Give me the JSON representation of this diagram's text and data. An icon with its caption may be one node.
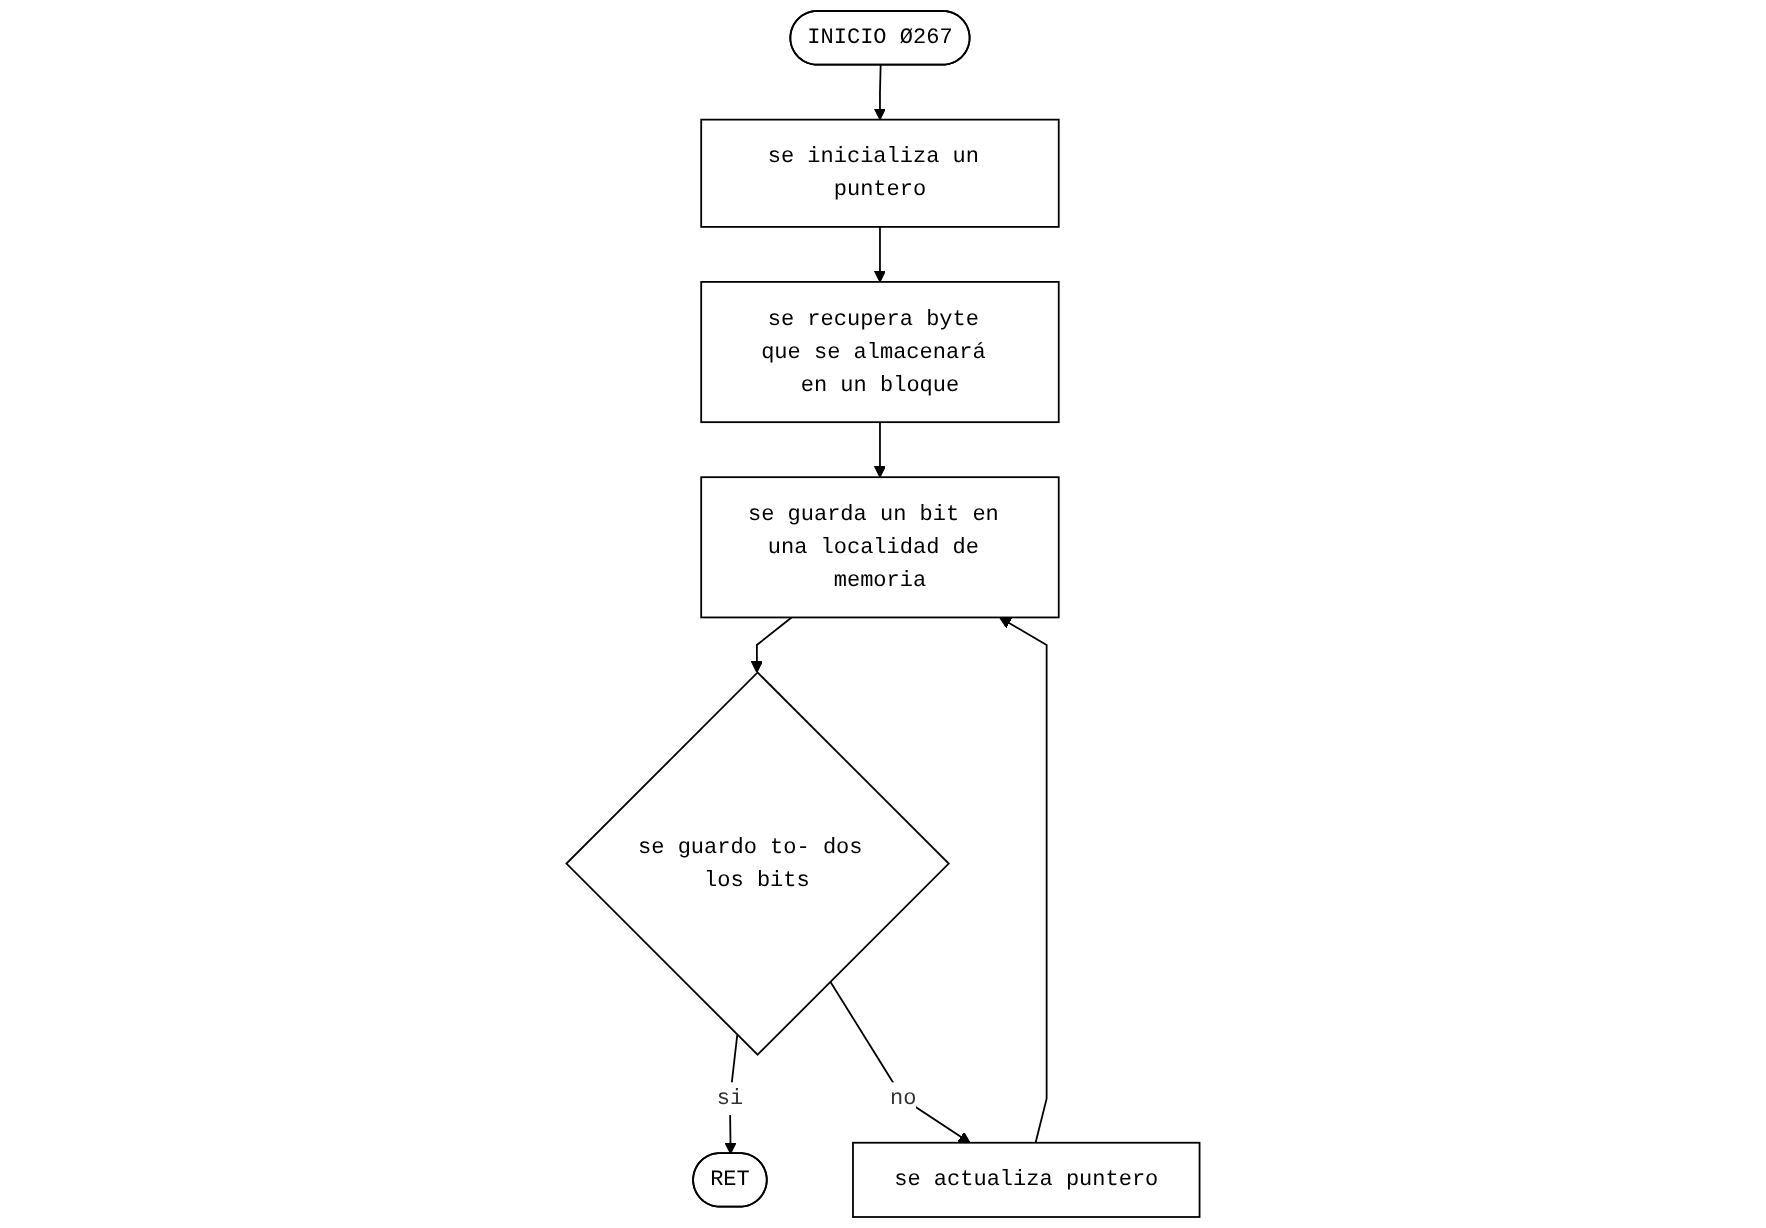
{
  "diagram": {
    "nodes": [
      {
        "text": [
          "INICIO Ø267"
        ]
      },
      {
        "text": [
          "se inicializa un puntero"
        ]
      },
      {
        "text": [
          "se recupera byte que se almacenará en un bloque"
        ]
      },
      {
        "text": [
          "se guarda un bit en una localidad de memoria"
        ]
      },
      {
        "text": [
          "se guardo to- dos los bits"
        ]
      },
      {
        "text": [
          "RET"
        ]
      },
      {
        "text": [
          "se actualiza puntero"
        ]
      }
    ],
    "edges": [
      {
        "from": 0,
        "to": 1,
        "arrow": "to"
      },
      {
        "from": 1,
        "to": 2,
        "arrow": "to"
      },
      {
        "from": 2,
        "to": 3,
        "arrow": "to"
      },
      {
        "from": 3,
        "to": 4,
        "arrow": "to"
      },
      {
        "from": 4,
        "to": 5,
        "arrow": "to",
        "label": "si"
      },
      {
        "from": 4,
        "to": 6,
        "arrow": "to",
        "label": "no"
      },
      {
        "from": 6,
        "to": 3,
        "arrow": "to"
      }
    ]
  }
}
